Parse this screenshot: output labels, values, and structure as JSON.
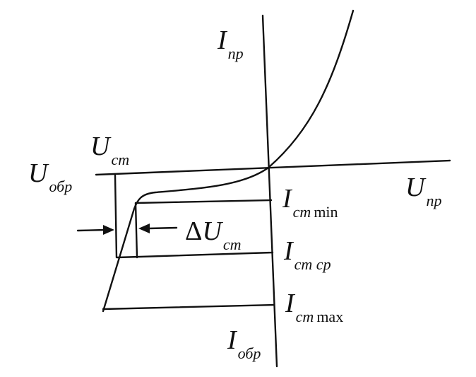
{
  "labels": {
    "i_forward": {
      "symbol": "I",
      "sub": "пр"
    },
    "u_stab": {
      "symbol": "U",
      "sub": "ст"
    },
    "u_reverse": {
      "symbol": "U",
      "sub": "обр"
    },
    "u_forward": {
      "symbol": "U",
      "sub": "пр"
    },
    "i_stab_min": {
      "symbol": "I",
      "sub": "ст",
      "sub2": "min"
    },
    "delta_u_stab": {
      "delta": "Δ",
      "symbol": "U",
      "sub": "ст"
    },
    "i_stab_avg": {
      "symbol": "I",
      "sub": "ст ср"
    },
    "i_stab_max": {
      "symbol": "I",
      "sub": "ст",
      "sub2": "max"
    },
    "i_reverse": {
      "symbol": "I",
      "sub": "обр"
    }
  },
  "colors": {
    "ink": "#111111",
    "background": "#ffffff"
  }
}
